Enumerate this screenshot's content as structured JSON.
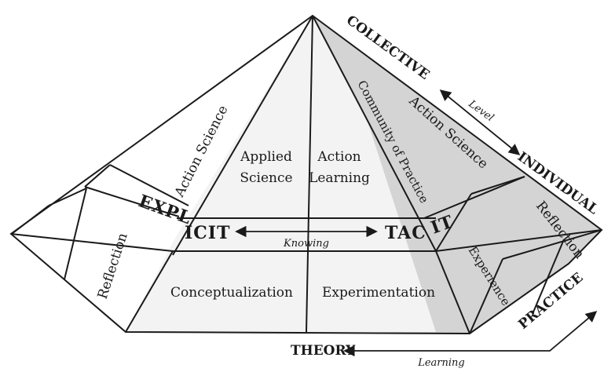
{
  "diagram": {
    "left_face": {
      "upper_label": "Action Science",
      "lower_label": "Reflection",
      "explicit_left": "EXPL"
    },
    "front_face": {
      "applied_science": [
        "Applied",
        "Science"
      ],
      "action_learning": [
        "Action",
        "Learning"
      ],
      "conceptualization": "Conceptualization",
      "experimentation": "Experimentation",
      "explicit_right": "ICIT",
      "tacit_left": "TAC",
      "knowing": "Knowing"
    },
    "right_face": {
      "community_of_practice": "Community of Practice",
      "action_science": "Action Science",
      "tacit_right": "IT",
      "experience": "Experience",
      "reflection": "Reflection"
    },
    "axes": {
      "collective": "COLLECTIVE",
      "individual": "INDIVIDUAL",
      "level": "Level",
      "theory": "THEORY",
      "practice": "PRACTICE",
      "learning": "Learning"
    }
  }
}
